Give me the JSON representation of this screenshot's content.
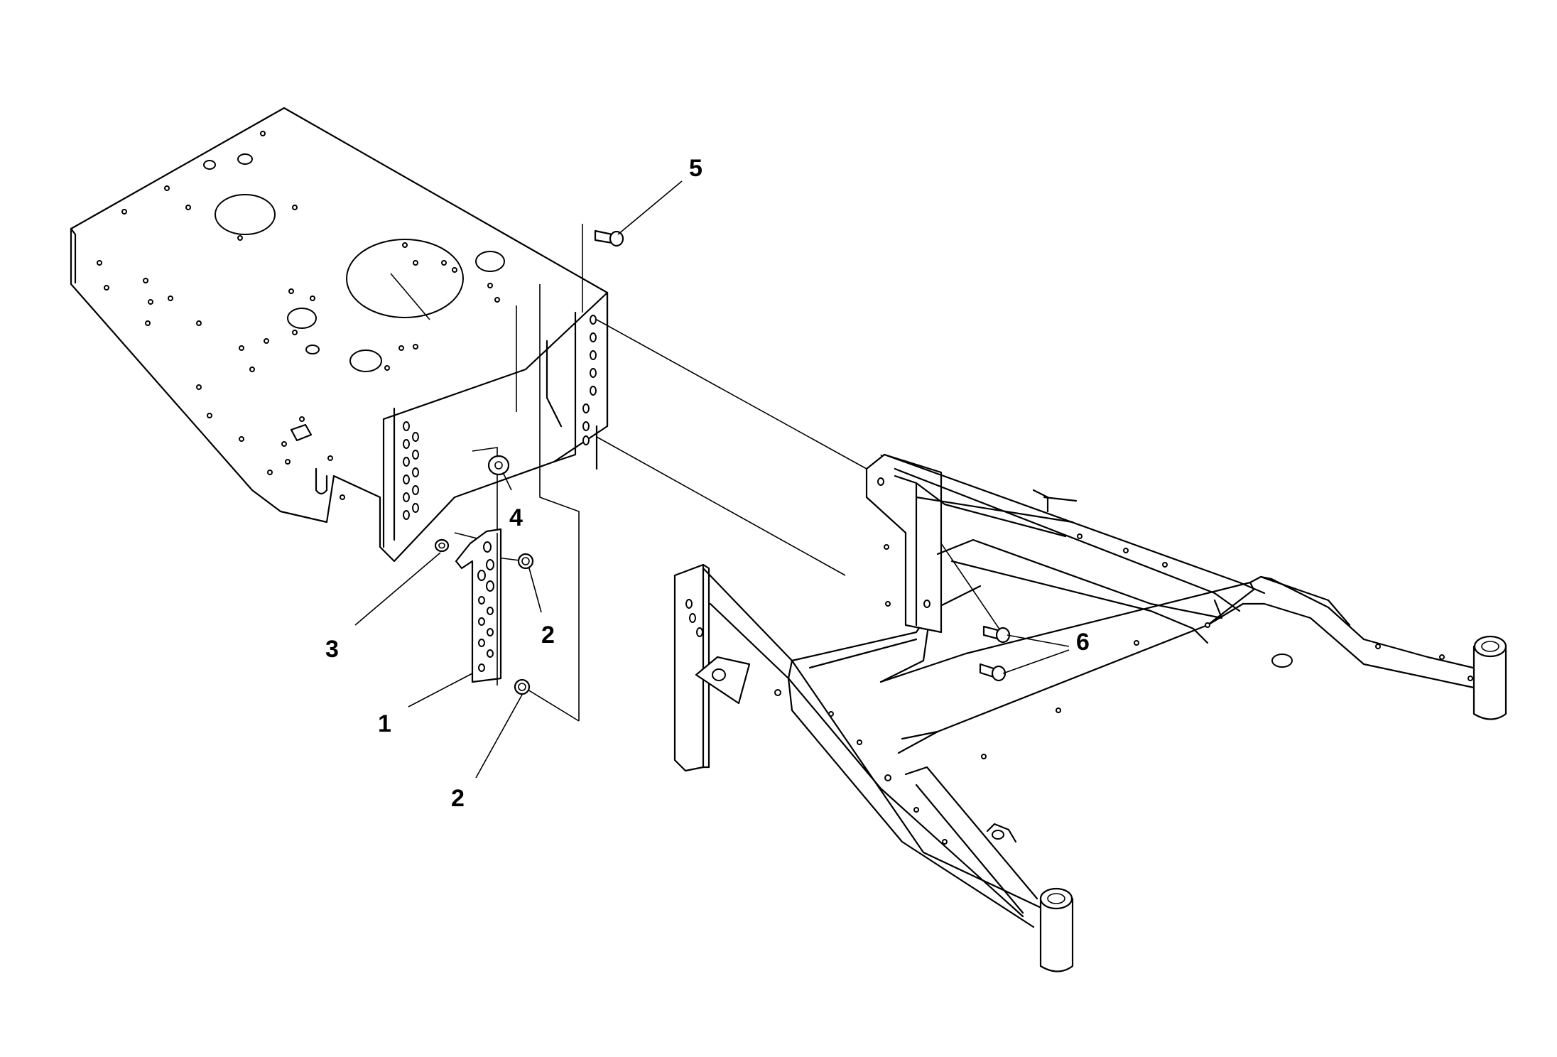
{
  "diagram": {
    "type": "exploded parts diagram",
    "callouts": [
      {
        "id": "c1",
        "label": "1"
      },
      {
        "id": "c2a",
        "label": "2"
      },
      {
        "id": "c2b",
        "label": "2"
      },
      {
        "id": "c3",
        "label": "3"
      },
      {
        "id": "c4",
        "label": "4"
      },
      {
        "id": "c5",
        "label": "5"
      },
      {
        "id": "c6",
        "label": "6"
      }
    ]
  }
}
